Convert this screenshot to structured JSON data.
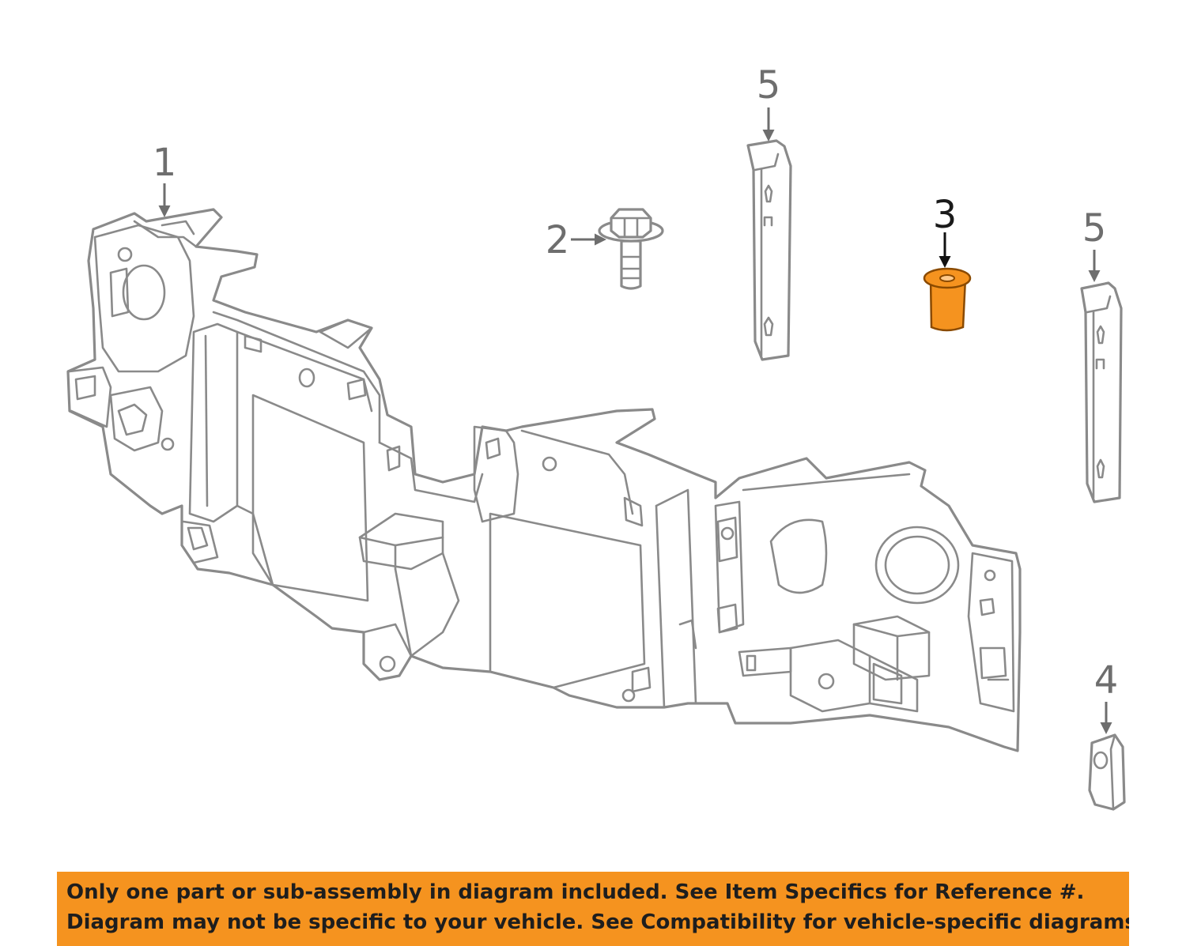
{
  "callouts": [
    {
      "id": "1",
      "label": "1"
    },
    {
      "id": "2",
      "label": "2"
    },
    {
      "id": "3",
      "label": "3"
    },
    {
      "id": "5a",
      "label": "5"
    },
    {
      "id": "5b",
      "label": "5"
    },
    {
      "id": "4",
      "label": "4"
    }
  ],
  "highlight_color": "#f5931f",
  "banner": {
    "line1": "Only one part or sub-assembly in diagram included. See Item Specifics for Reference #.",
    "line2": "Diagram may not be specific to your vehicle. See Compatibility for vehicle-specific diagrams."
  }
}
